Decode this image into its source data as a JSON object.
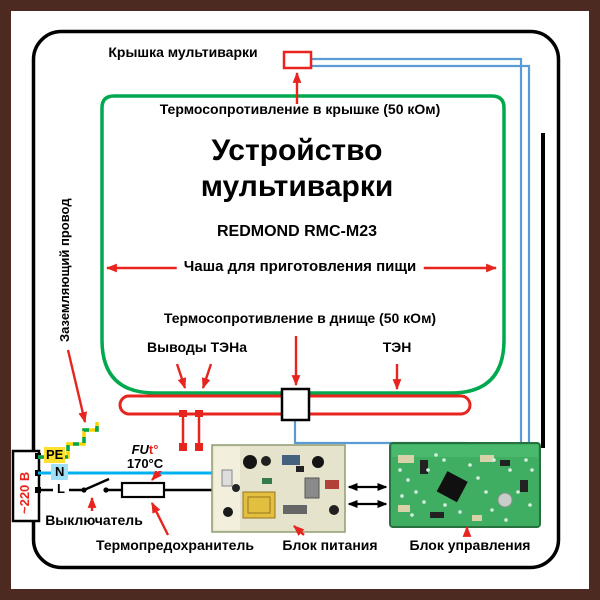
{
  "colors": {
    "frame": "#4d2a21",
    "outline": "#000000",
    "bowl_green": "#00a84e",
    "heater_red": "#e8241e",
    "arrow_red": "#e8241e",
    "sensor_wire_blue": "#5b9bd5",
    "neutral_wire_cyan": "#00b0f0",
    "ground_yellow": "#ffd500",
    "ground_green": "#00a651",
    "pcb_green": "#3fae63"
  },
  "diagram": {
    "lid_label": "Крышка мультиварки",
    "lid_sensor_label": "Термосопротивление в крышке (50 кОм)",
    "title_line1": "Устройство",
    "title_line2": "мультиварки",
    "model": "REDMOND RMC-M23",
    "bowl_label": "Чаша для приготовления пищи",
    "bottom_sensor_label": "Термосопротивление в днище (50 кОм)",
    "heater_leads_label": "Выводы ТЭНа",
    "heater_label": "ТЭН",
    "ground_label": "Заземляющий провод",
    "voltage_label": "~220 В",
    "wire_pe_label": "PE",
    "wire_n_label": "N",
    "wire_l_label": "L",
    "fuse_ref": "FU",
    "fuse_t": "t°",
    "fuse_temp": "170°C",
    "switch_label": "Выключатель",
    "thermal_fuse_label": "Термопредохранитель",
    "power_supply_label": "Блок питания",
    "control_unit_label": "Блок управления"
  }
}
